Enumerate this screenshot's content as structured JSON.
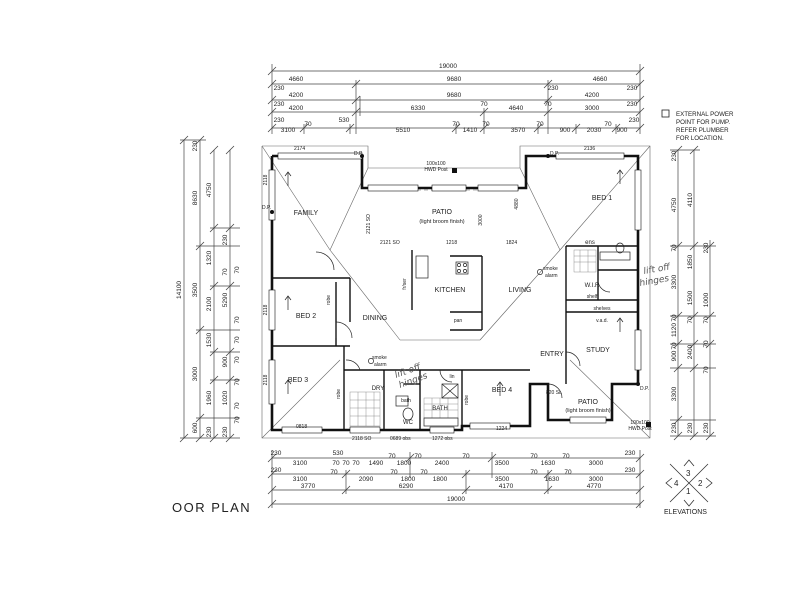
{
  "title": "OOR PLAN",
  "note": [
    "EXTERNAL POWER",
    "POINT FOR PUMP.",
    "REFER PLUMBER",
    "FOR LOCATION."
  ],
  "elevations_label": "ELEVATIONS",
  "elevation_numbers": [
    "1",
    "2",
    "3",
    "4"
  ],
  "top_dims": {
    "row1": [
      "19000"
    ],
    "row2": [
      "4660",
      "9680",
      "4660"
    ],
    "row3": [
      "230",
      "4200",
      "9680",
      "230",
      "4200",
      "230"
    ],
    "row4": [
      "230",
      "4200",
      "6330",
      "70",
      "4640",
      "70",
      "3000",
      "230"
    ],
    "row5": [
      "230",
      "3100",
      "70",
      "530",
      "5510",
      "70",
      "1410",
      "70",
      "3570",
      "70",
      "900",
      "2030",
      "70",
      "900",
      "230"
    ]
  },
  "bottom_dims": {
    "row1": [
      "230",
      "3100",
      "530",
      "70",
      "70",
      "70",
      "1490",
      "70",
      "1800",
      "70",
      "2400",
      "70",
      "3500",
      "70",
      "1630",
      "70",
      "3000",
      "230"
    ],
    "row2": [
      "230",
      "3100",
      "70",
      "2090",
      "70",
      "1800",
      "70",
      "1800",
      "3500",
      "70",
      "1630",
      "70",
      "3000",
      "230"
    ],
    "row3": [
      "3770",
      "6290",
      "4170",
      "4770"
    ],
    "row4": [
      "19000"
    ]
  },
  "left_dims": {
    "outer": [
      "14100"
    ],
    "col2": [
      "230",
      "8630",
      "3500",
      "3000",
      "600"
    ],
    "col3": [
      "4750",
      "1320",
      "2100",
      "1530",
      "1960",
      "230"
    ],
    "col4": [
      "230",
      "5290",
      "70",
      "900",
      "70",
      "70",
      "70",
      "70",
      "70",
      "1020",
      "70",
      "70",
      "230"
    ]
  },
  "right_dims": {
    "col1": [
      "230",
      "4750",
      "70",
      "3300",
      "70",
      "1120",
      "70",
      "900",
      "3300",
      "230"
    ],
    "col2": [
      "4110",
      "1850",
      "1500",
      "2400",
      "70",
      "230"
    ],
    "col3": [
      "230",
      "1000",
      "70",
      "70",
      "70",
      "230"
    ]
  },
  "rooms": {
    "family": "FAMILY",
    "patio_top": "PATIO",
    "patio_top_sub": "(light broom finish)",
    "bed1": "BED 1",
    "kitchen": "KITCHEN",
    "living": "LIVING",
    "bed2": "BED 2",
    "dining": "DINING",
    "bed3": "BED 3",
    "bed4": "BED 4",
    "study": "STUDY",
    "entry": "ENTRY",
    "patio_bottom": "PATIO",
    "patio_bottom_sub": "(light broom finish)",
    "dry": "DRY",
    "bath": "BATH",
    "wc": "WC",
    "wir": "W.I.R",
    "ens": "ens"
  },
  "labels": {
    "smoke_alarm": [
      "smoke",
      "alarm"
    ],
    "hwd_post": [
      "100x100",
      "HWD Post"
    ],
    "hwd_post_b": [
      "100x100",
      "HWD Post"
    ],
    "robe_bed2": "robe",
    "robe_bed3": "robe",
    "robe_bed4": "robe",
    "shelves": "shelves",
    "vad": "v.a.d.",
    "shelf": "shelf",
    "pantry": "pan",
    "fridge": "fr/ser",
    "bath_small": "bath",
    "lin": "lin",
    "dp_tl": "D.P.",
    "dp_tr": "D.P.",
    "dp_l": "D.P.",
    "dp_r": "D.P.",
    "win_a": "2174",
    "win_b": "2121 SO",
    "win_c": "1218",
    "win_d": "1824",
    "win_e": "2136",
    "win_f": "2121 SO",
    "win_g": "3000",
    "win_h": "4880",
    "win_i": "1224",
    "win_j": "2118 SO",
    "win_k": "0689 obs",
    "win_l": "1272 obs",
    "win_m": "0818",
    "win_n": "820 SL",
    "win_o": "2118",
    "win_p": "2118",
    "win_q": "2118"
  },
  "handwritten": {
    "a": "lift off",
    "b": "hinges",
    "c": "lift off",
    "d": "hinges"
  }
}
